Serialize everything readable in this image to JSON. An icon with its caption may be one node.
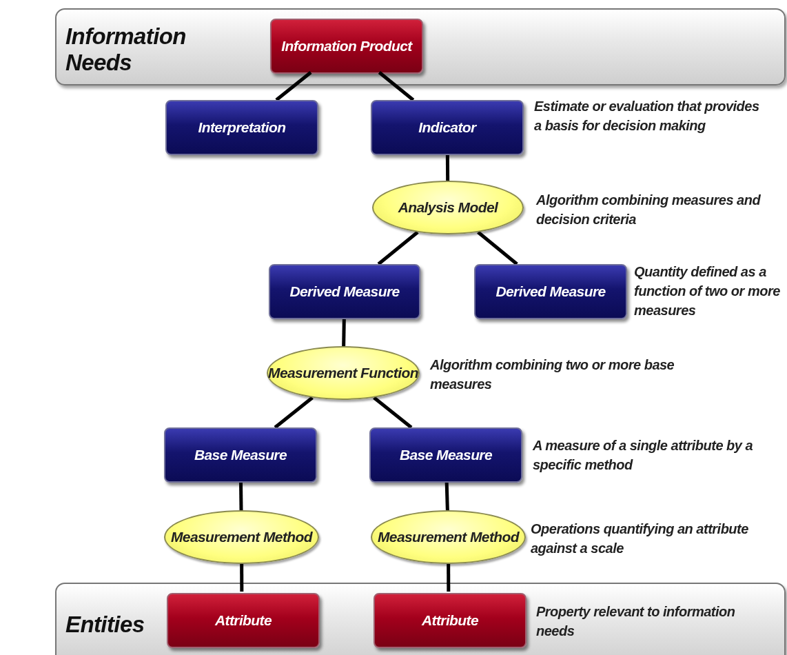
{
  "diagram": {
    "nodes": [
      {
        "text": [
          "Information Needs"
        ]
      },
      {
        "text": [
          "Information Product"
        ],
        "in": 0
      },
      {
        "text": [
          "Interpretation"
        ]
      },
      {
        "text": [
          "Indicator"
        ],
        "beside": [
          "Estimate or evaluation that provides a basis for decision making"
        ]
      },
      {
        "text": [
          "Analysis Model"
        ],
        "beside": [
          "Algorithm combining measures and decision criteria"
        ]
      },
      {
        "text": [
          "Derived Measure"
        ]
      },
      {
        "text": [
          "Derived Measure"
        ],
        "beside": [
          "Quantity defined as a function of two or more measures"
        ]
      },
      {
        "text": [
          "Measurement Function"
        ],
        "beside": [
          "Algorithm combining two or more base measures"
        ]
      },
      {
        "text": [
          "Base Measure"
        ]
      },
      {
        "text": [
          "Base Measure"
        ],
        "beside": [
          "A measure of a single attribute by a specific method"
        ]
      },
      {
        "text": [
          "Measurement Method"
        ]
      },
      {
        "text": [
          "Measurement Method"
        ],
        "beside": [
          "Operations quantifying an attribute against a scale"
        ]
      },
      {
        "text": [
          "Entities"
        ]
      },
      {
        "text": [
          "Attribute"
        ],
        "in": 12
      },
      {
        "text": [
          "Attribute"
        ],
        "in": 12,
        "beside": [
          "Property relevant to information needs"
        ]
      }
    ],
    "edges": [
      {
        "from": 1,
        "to": 2,
        "arrow": "none"
      },
      {
        "from": 1,
        "to": 3,
        "arrow": "none"
      },
      {
        "from": 3,
        "to": 4,
        "arrow": "none"
      },
      {
        "from": 4,
        "to": 5,
        "arrow": "none"
      },
      {
        "from": 4,
        "to": 6,
        "arrow": "none"
      },
      {
        "from": 5,
        "to": 7,
        "arrow": "none"
      },
      {
        "from": 7,
        "to": 8,
        "arrow": "none"
      },
      {
        "from": 7,
        "to": 9,
        "arrow": "none"
      },
      {
        "from": 8,
        "to": 10,
        "arrow": "none"
      },
      {
        "from": 9,
        "to": 11,
        "arrow": "none"
      },
      {
        "from": 10,
        "to": 13,
        "arrow": "none"
      },
      {
        "from": 11,
        "to": 14,
        "arrow": "none"
      }
    ]
  }
}
